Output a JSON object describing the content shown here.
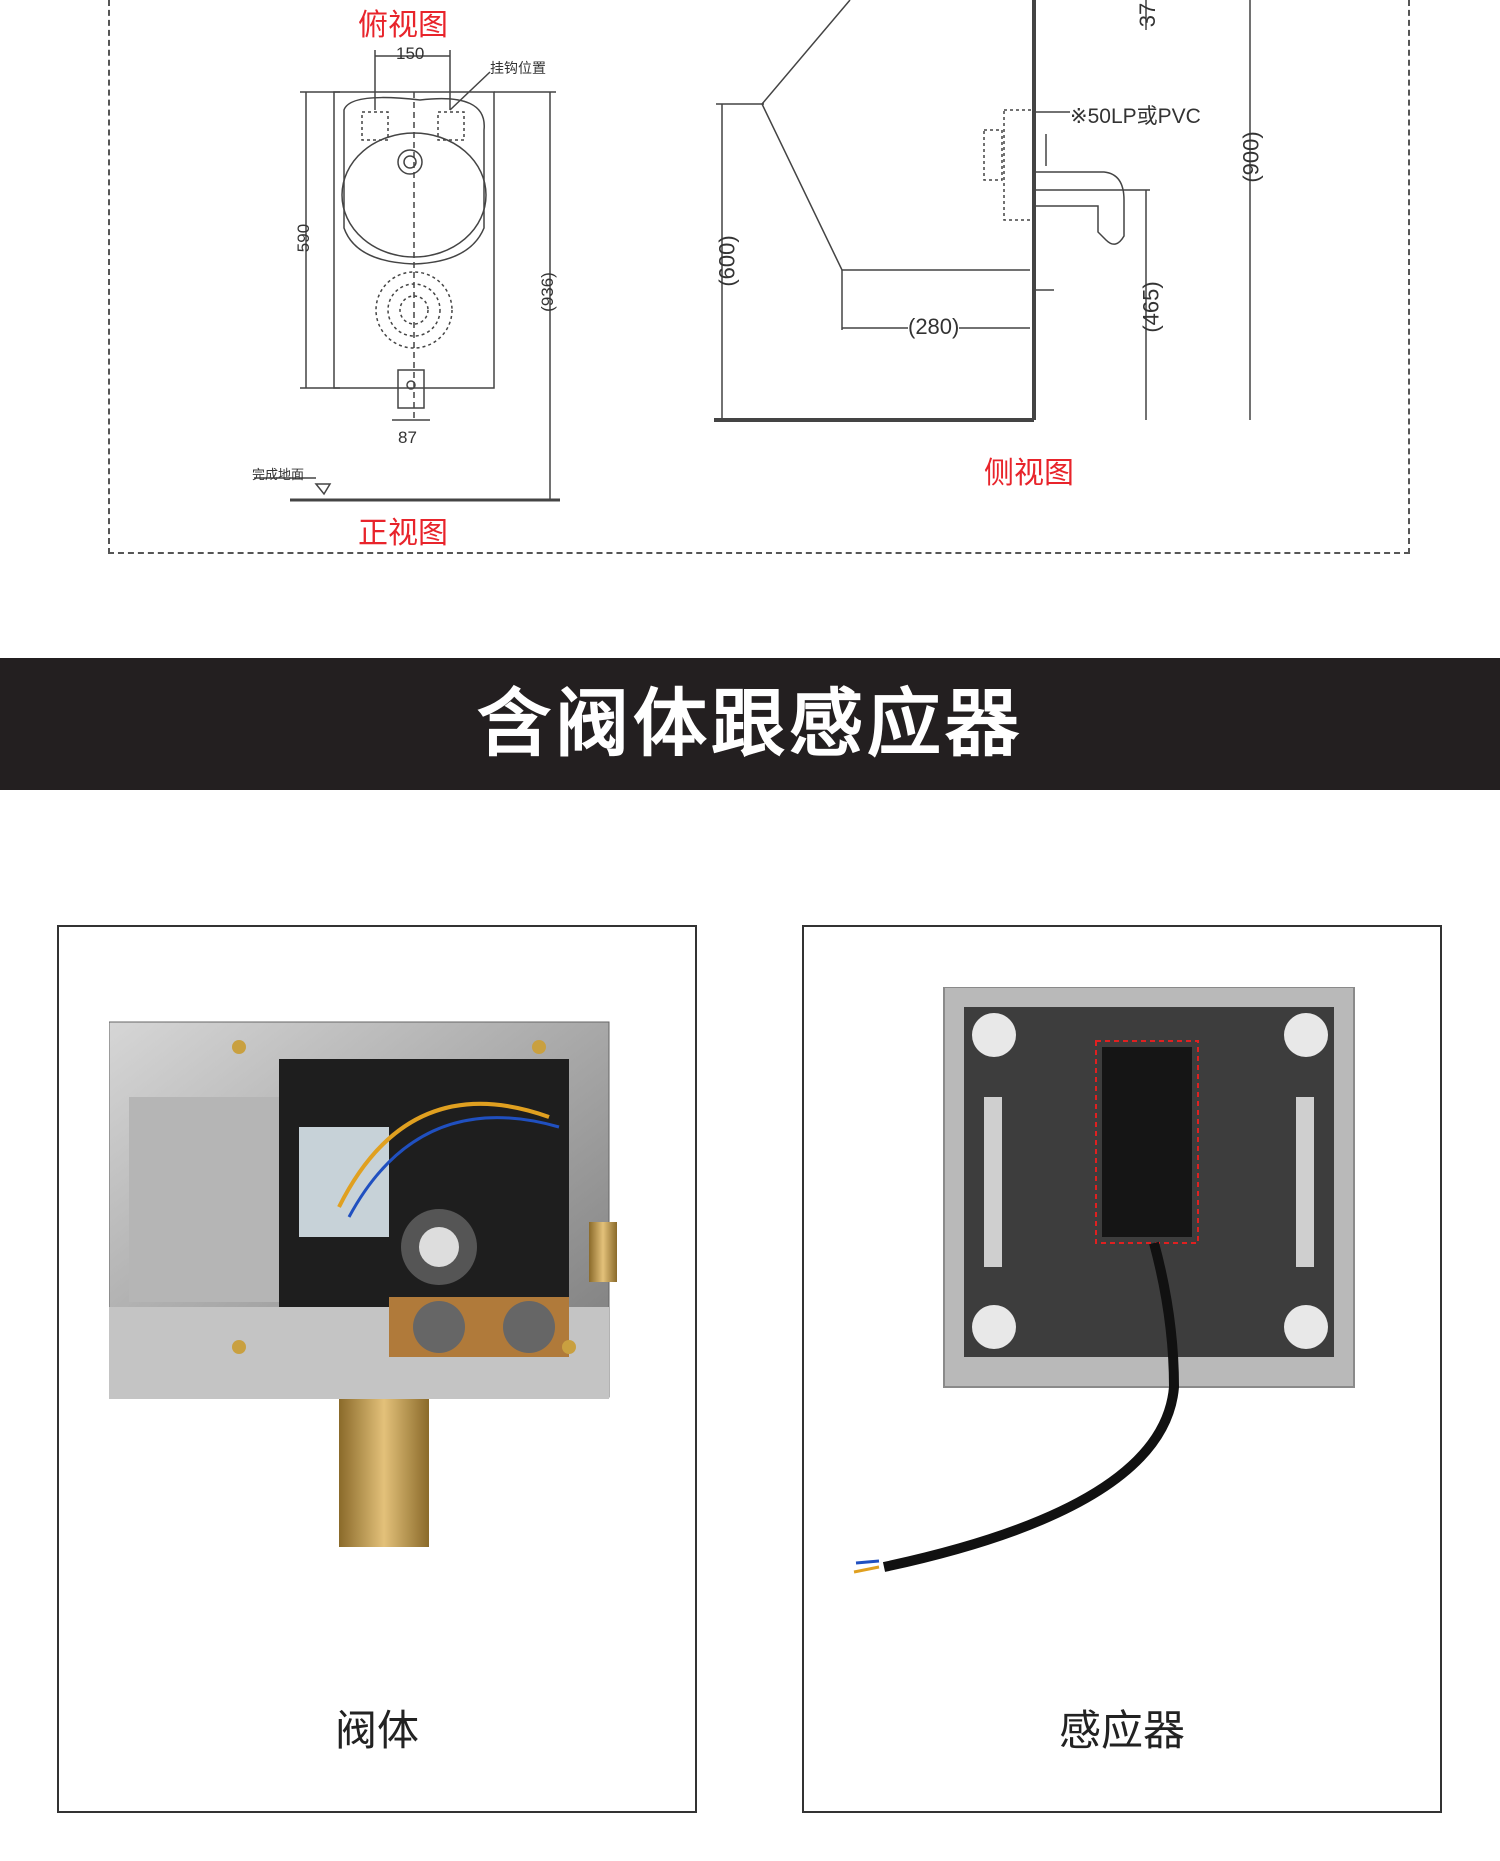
{
  "drawing": {
    "top_view_label": "俯视图",
    "front_view_label": "正视图",
    "side_view_label": "侧视图",
    "dim_150": "150",
    "hook_position": "挂钩位置",
    "dim_590": "590",
    "dim_936": "(936)",
    "dim_87": "87",
    "floor_label": "完成地面",
    "dim_600": "(600)",
    "dim_280": "(280)",
    "dim_465": "(465)",
    "dim_900": "(900)",
    "dim_37": "37",
    "pipe_note": "※50LP或PVC"
  },
  "banner": {
    "title": "含阀体跟感应器"
  },
  "cards": [
    {
      "label": "阀体"
    },
    {
      "label": "感应器"
    }
  ],
  "colors": {
    "accent_red": "#e8242b",
    "banner_bg": "#231f20"
  }
}
